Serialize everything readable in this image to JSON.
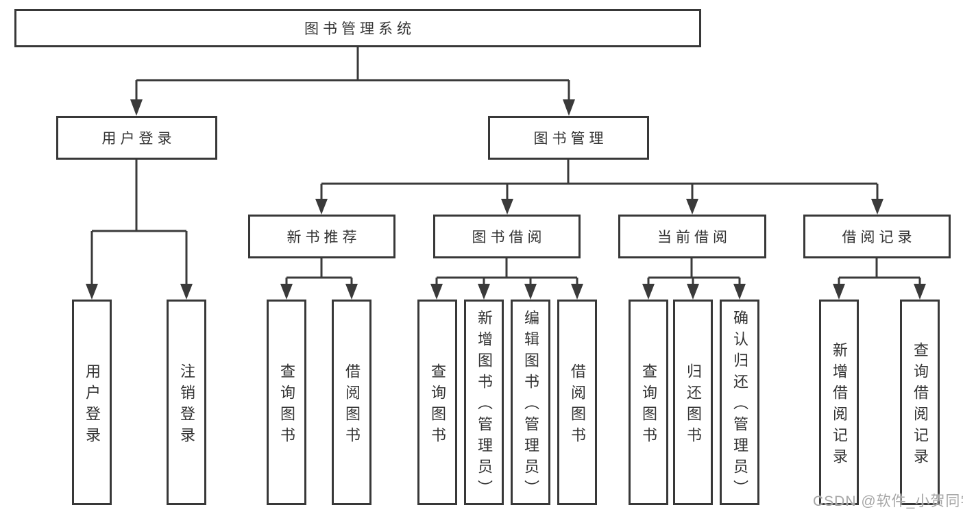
{
  "tree": {
    "root": {
      "label": "图书管理系统"
    },
    "branches": [
      {
        "label": "用户登录",
        "leaves": [
          "用户登录",
          "注销登录"
        ]
      },
      {
        "label": "图书管理",
        "groups": [
          {
            "label": "新书推荐",
            "leaves": [
              "查询图书",
              "借阅图书"
            ]
          },
          {
            "label": "图书借阅",
            "leaves": [
              "查询图书",
              "新增图书（管理员）",
              "编辑图书（管理员）",
              "借阅图书"
            ]
          },
          {
            "label": "当前借阅",
            "leaves": [
              "查询图书",
              "归还图书",
              "确认归还（管理员）"
            ]
          },
          {
            "label": "借阅记录",
            "leaves": [
              "新增借阅记录",
              "查询借阅记录"
            ]
          }
        ]
      }
    ]
  },
  "watermark": "CSDN @软件_小贺同学",
  "colors": {
    "line": "#3a3a3a",
    "text": "#333333",
    "watermark": "#a6a6a6",
    "background": "#ffffff"
  }
}
